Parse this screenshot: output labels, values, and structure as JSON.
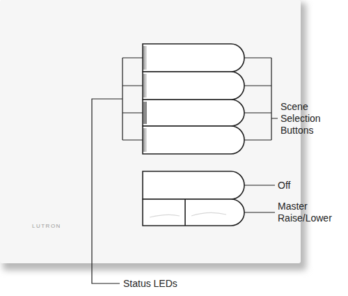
{
  "diagram": {
    "nodes": [
      {
        "text": [
          "LUTRON"
        ]
      }
    ],
    "labels": [
      "Scene Selection Buttons",
      "Off",
      "Master Raise/Lower",
      "Status LEDs"
    ]
  }
}
